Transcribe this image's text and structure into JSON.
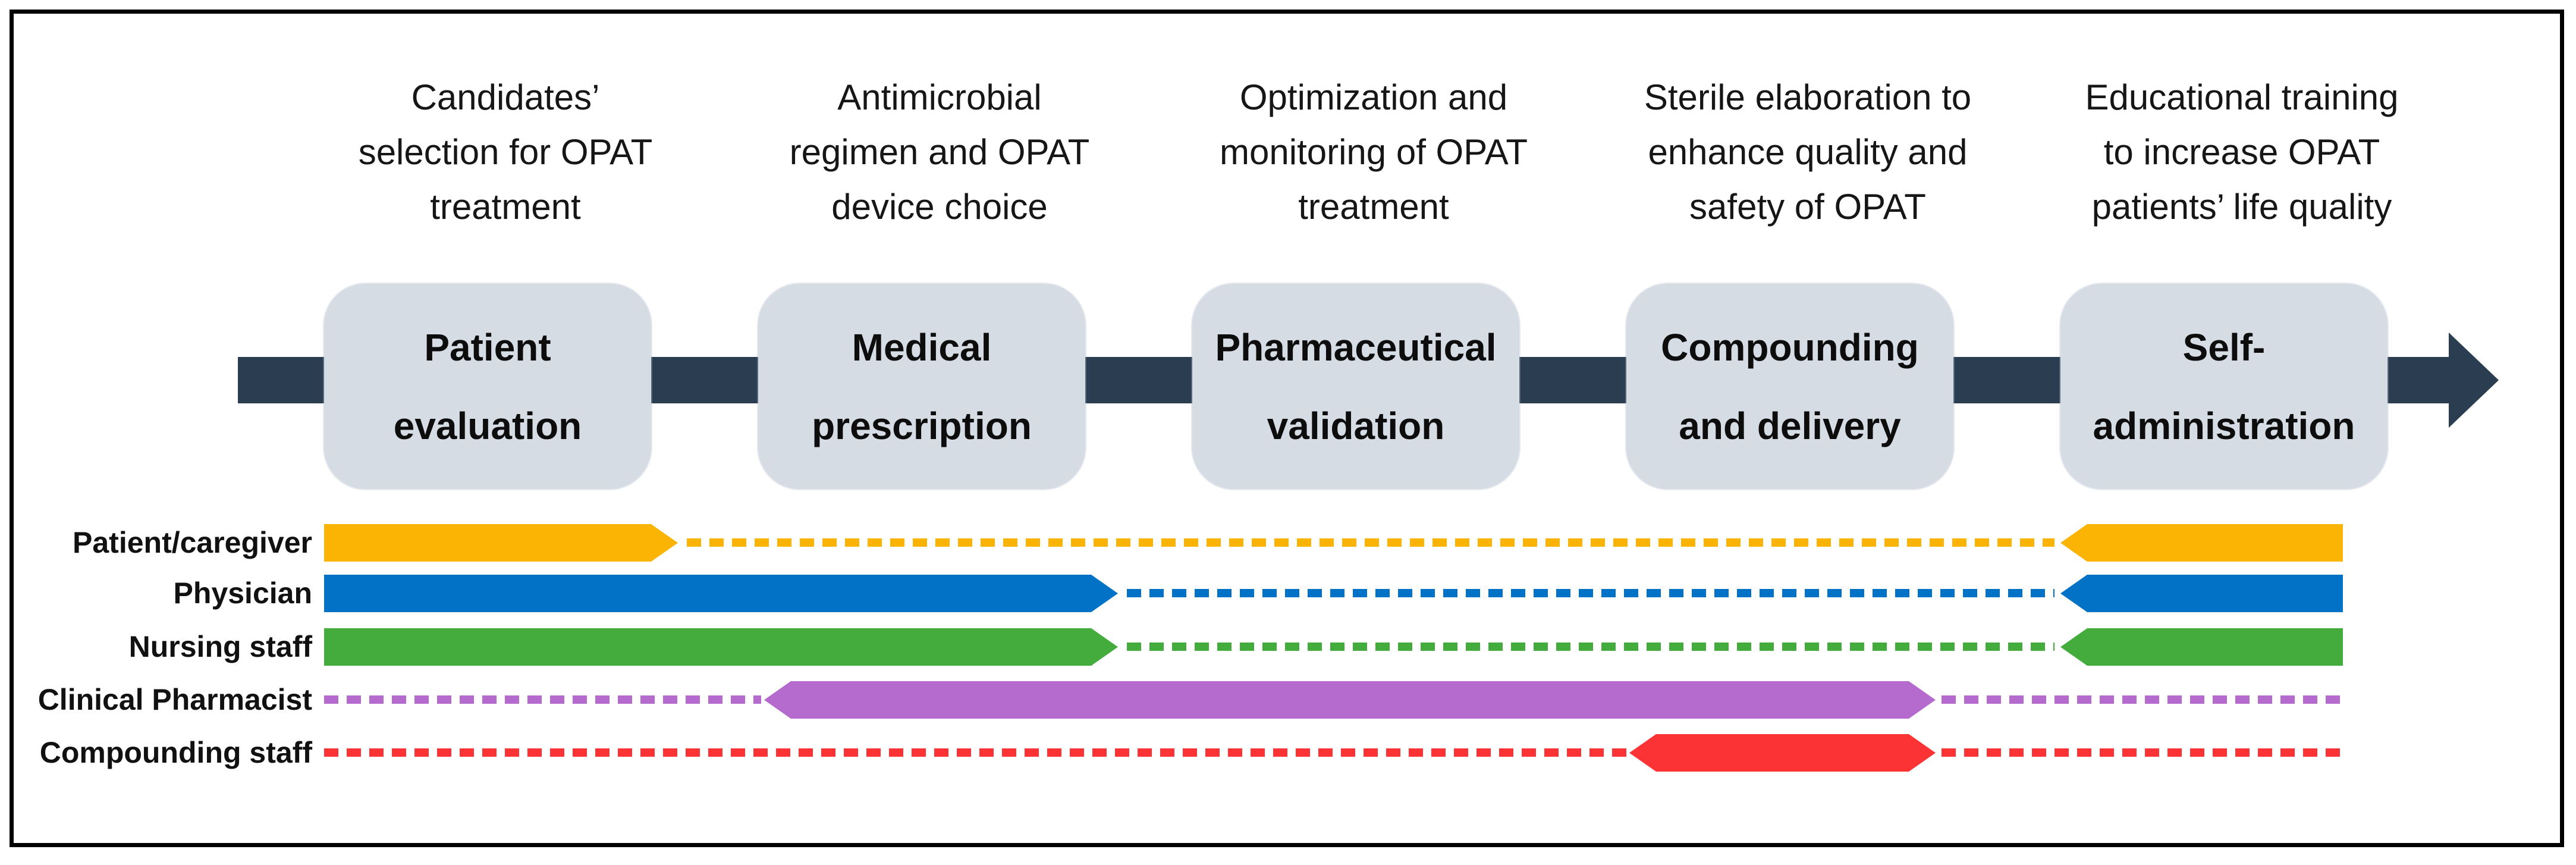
{
  "frame": {
    "border_color": "#000000",
    "background": "#ffffff"
  },
  "process": {
    "arrow_color": "#2A3D51",
    "stage_box_color": "#D6DCE4",
    "stages": [
      {
        "id": 1,
        "description_lines": [
          "Candidates’",
          "selection for OPAT",
          "treatment"
        ],
        "label_lines": [
          "Patient",
          "evaluation"
        ]
      },
      {
        "id": 2,
        "description_lines": [
          "Antimicrobial",
          "regimen and OPAT",
          "device choice"
        ],
        "label_lines": [
          "Medical",
          "prescription"
        ]
      },
      {
        "id": 3,
        "description_lines": [
          "Optimization and",
          "monitoring of OPAT",
          "treatment"
        ],
        "label_lines": [
          "Pharmaceutical",
          "validation"
        ]
      },
      {
        "id": 4,
        "description_lines": [
          "Sterile elaboration to",
          "enhance quality and",
          "safety of OPAT"
        ],
        "label_lines": [
          "Compounding",
          "and delivery"
        ]
      },
      {
        "id": 5,
        "description_lines": [
          "Educational training",
          "to increase OPAT",
          "patients’ life quality"
        ],
        "label_lines": [
          "Self-",
          "administration"
        ]
      }
    ]
  },
  "roles": [
    {
      "name": "Patient/caregiver",
      "color": "#FCB404",
      "active_stages": [
        1,
        5
      ]
    },
    {
      "name": "Physician",
      "color": "#0272C6",
      "active_stages": [
        1,
        2,
        5
      ]
    },
    {
      "name": "Nursing staff",
      "color": "#43AC3D",
      "active_stages": [
        1,
        2,
        5
      ]
    },
    {
      "name": "Clinical Pharmacist",
      "color": "#B56ACD",
      "active_stages": [
        2,
        3,
        4
      ]
    },
    {
      "name": "Compounding staff",
      "color": "#FC3335",
      "active_stages": [
        4
      ]
    }
  ]
}
